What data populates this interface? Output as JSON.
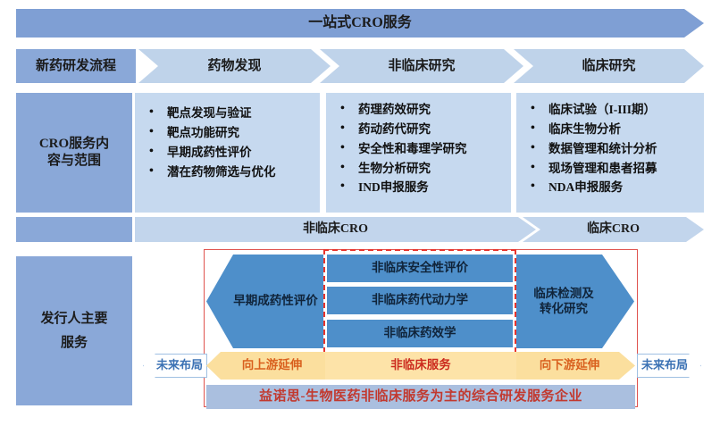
{
  "colors": {
    "banner_blue": "#7f9fd4",
    "label_blue": "#8aa8d8",
    "chevron_blue": "#bfd3ea",
    "box_blue": "#c6d9ef",
    "hex_blue": "#4e8fca",
    "yellow": "#fbdf9e",
    "red_dash": "#e8342c",
    "red_border": "#e0534e",
    "summary_bg": "#aabfdf",
    "summary_text": "#c2392f",
    "orange_text": "#d9601e"
  },
  "banner": {
    "title": "一站式CRO服务"
  },
  "process_row": {
    "label": "新药研发流程",
    "stages": [
      {
        "label": "药物发现"
      },
      {
        "label": "非临床研究"
      },
      {
        "label": "临床研究"
      }
    ]
  },
  "scope_row": {
    "label": "CRO服务内容与范围",
    "label_line1": "CRO服务内",
    "label_line2": "容与范围",
    "columns": [
      {
        "items": [
          "靶点发现与验证",
          "靶点功能研究",
          "早期成药性评价",
          "潜在药物筛选与优化"
        ]
      },
      {
        "items": [
          "药理药效研究",
          "药动药代研究",
          "安全性和毒理学研究",
          "生物分析研究",
          "IND申报服务"
        ]
      },
      {
        "items": [
          "临床试验（I-III期）",
          "临床生物分析",
          "数据管理和统计分析",
          "现场管理和患者招募",
          "NDA申报服务"
        ]
      }
    ]
  },
  "cro_type_row": {
    "nonclinical": "非临床CRO",
    "clinical": "临床CRO"
  },
  "issuer_row": {
    "label_line1": "发行人主要",
    "label_line2": "服务",
    "left_pentagon": "早期成药性评价",
    "middle_bars": [
      "非临床安全性评价",
      "非临床药代动力学",
      "非临床药效学"
    ],
    "right_pentagon_line1": "临床检测及",
    "right_pentagon_line2": "转化研究"
  },
  "extension_band": {
    "future_left": "未来布局",
    "upstream": "向上游延伸",
    "core": "非临床服务",
    "downstream": "向下游延伸",
    "future_right": "未来布局"
  },
  "summary": {
    "text": "益诺思-生物医药非临床服务为主的综合研发服务企业"
  }
}
